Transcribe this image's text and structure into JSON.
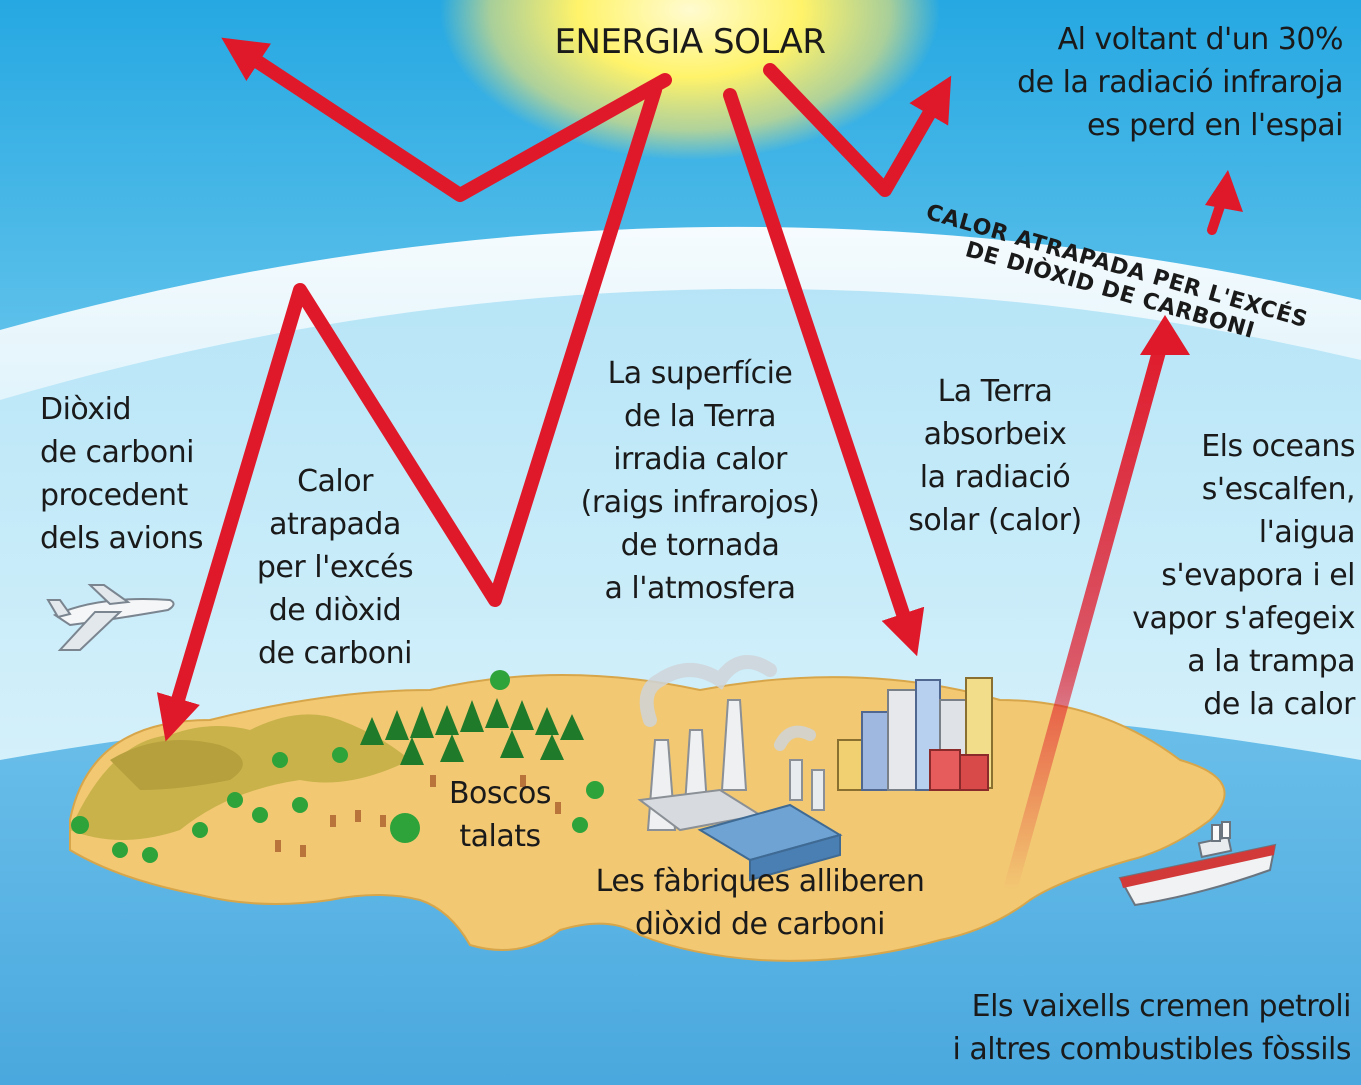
{
  "diagram": {
    "sun_label": "ENERGIA SOLAR",
    "space_loss": [
      "Al voltant d'un 30%",
      "de la radiació infraroja",
      "es perd en l'espai"
    ],
    "band_label": [
      "CALOR ATRAPADA PER L'EXCÉS",
      "DE DIÒXID DE CARBONI"
    ],
    "planes": [
      "Diòxid",
      "de carboni",
      "procedent",
      "dels avions"
    ],
    "trapped_heat": [
      "Calor",
      "atrapada",
      "per l'excés",
      "de diòxid",
      "de carboni"
    ],
    "surface": [
      "La superfície",
      "de la Terra",
      "irradia calor",
      "(raigs infrarojos)",
      "de tornada",
      "a l'atmosfera"
    ],
    "absorbs": [
      "La Terra",
      "absorbeix",
      "la radiació",
      "solar (calor)"
    ],
    "oceans": [
      "Els oceans",
      "s'escalfen,",
      "l'aigua",
      "s'evapora i el",
      "vapor s'afegeix",
      "a la trampa",
      "de la calor"
    ],
    "forests": [
      "Boscos",
      "talats"
    ],
    "factories": [
      "Les fàbriques alliberen",
      "diòxid de carboni"
    ],
    "ships": [
      "Els vaixells cremen petroli",
      "i altres combustibles fòssils"
    ]
  },
  "colors": {
    "sky_top": "#2fb0e6",
    "sky_band": "#e8f7fc",
    "sun": "#fff36a",
    "arrow": "#e0192a",
    "island": "#f2c873",
    "sea": "#62b7e6"
  }
}
